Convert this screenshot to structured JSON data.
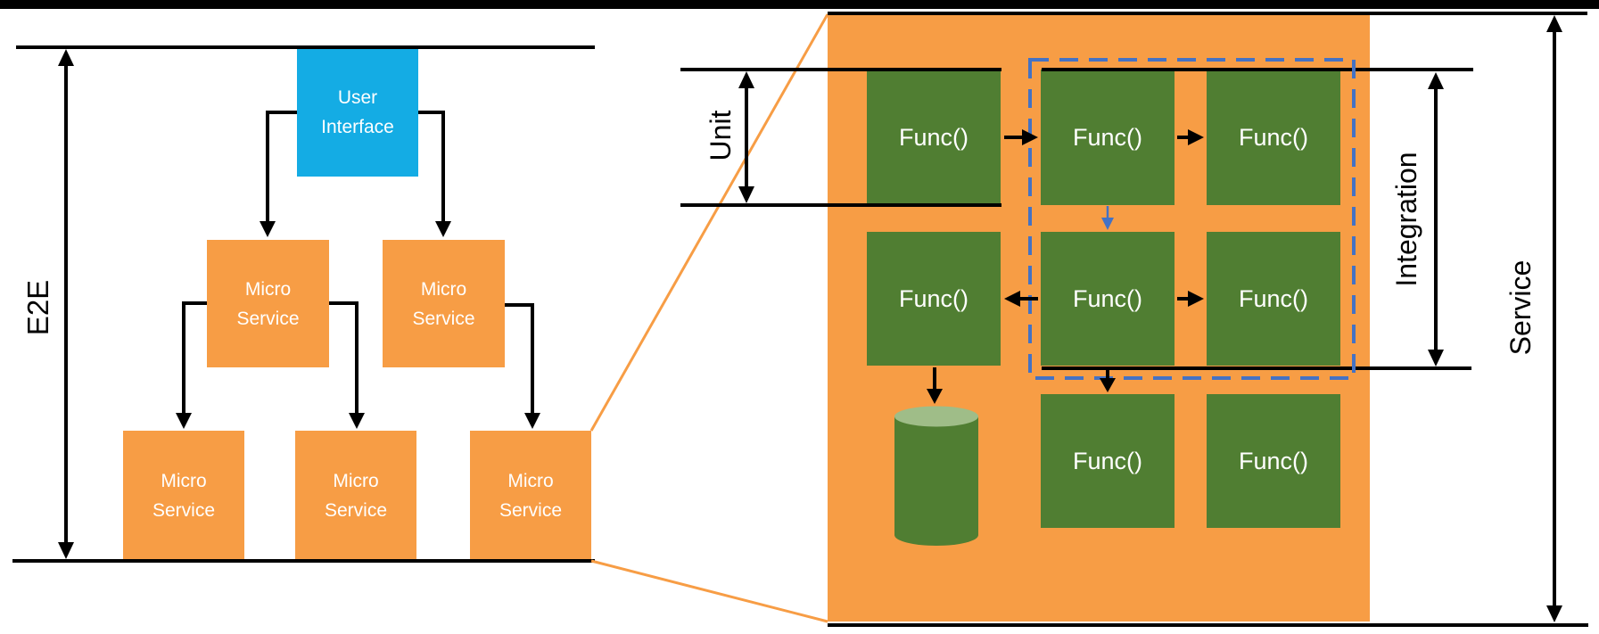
{
  "colors": {
    "orange": "#F79D45",
    "blue_box": "#14ACE4",
    "green_box": "#507E32",
    "cylinder_top": "#9FBD88",
    "accent_blue": "#4472C4",
    "line_black": "#000000"
  },
  "left_diagram": {
    "e2e_label": "E2E",
    "user_interface_box": {
      "line1": "User",
      "line2": "Interface"
    },
    "micro_service_box": {
      "line1": "Micro",
      "line2": "Service"
    }
  },
  "right_diagram": {
    "unit_label": "Unit",
    "integration_label": "Integration",
    "service_label": "Service",
    "func_box_label": "Func()",
    "icons": {
      "database": "database-cylinder-icon"
    }
  }
}
